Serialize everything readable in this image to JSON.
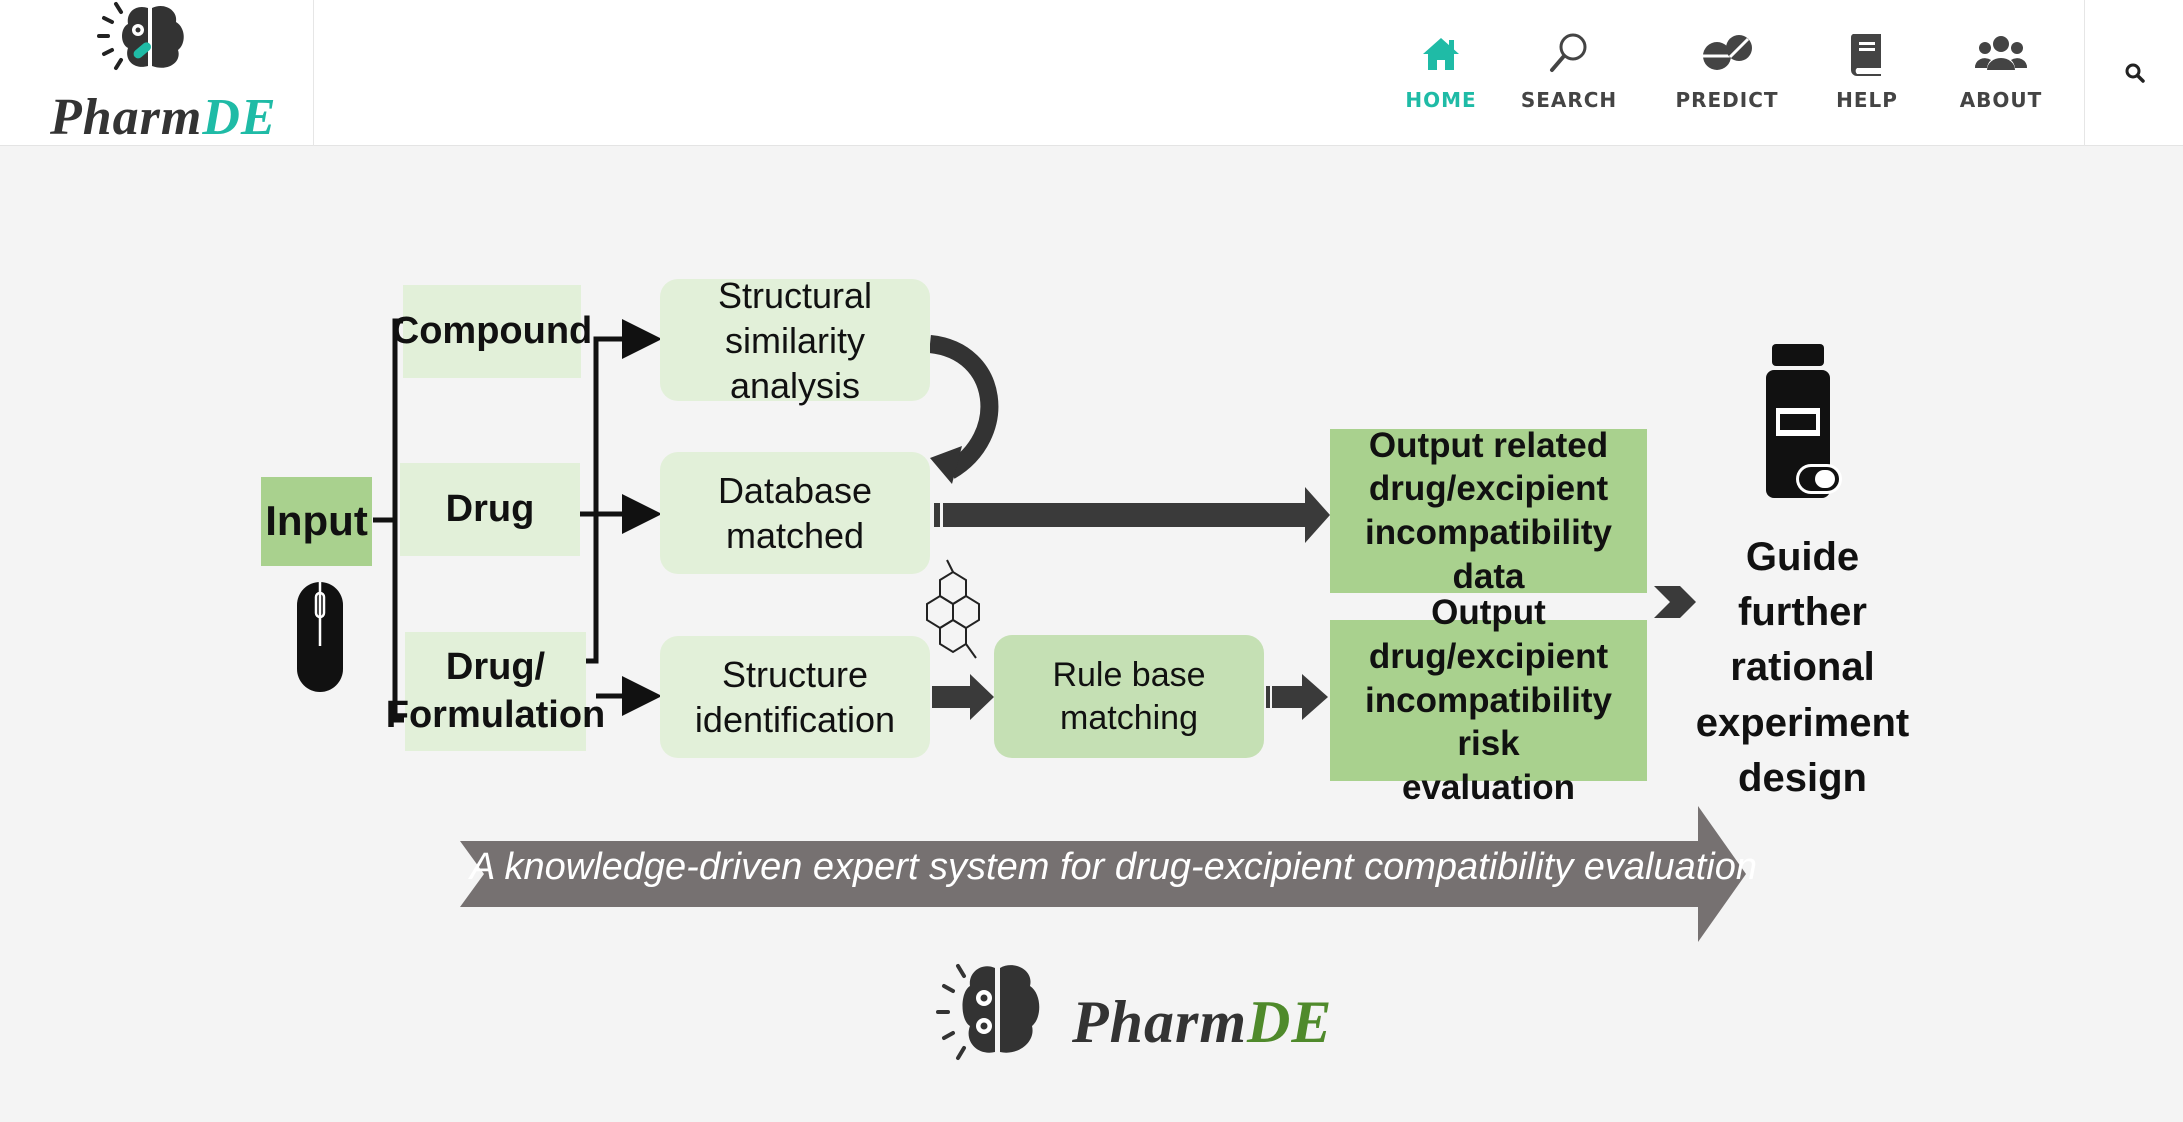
{
  "brand": {
    "name_part1": "Pharm",
    "name_part2": "DE",
    "accent": "#1fbba6",
    "secondary_green": "#4f8a2b"
  },
  "nav": {
    "items": [
      {
        "label": "HOME",
        "icon": "home-icon",
        "active": true
      },
      {
        "label": "SEARCH",
        "icon": "magnifier-icon",
        "active": false
      },
      {
        "label": "PREDICT",
        "icon": "pills-icon",
        "active": false
      },
      {
        "label": "HELP",
        "icon": "book-icon",
        "active": false
      },
      {
        "label": "ABOUT",
        "icon": "users-icon",
        "active": false
      }
    ],
    "search_icon": "search-icon"
  },
  "diagram": {
    "input": "Input",
    "sources": [
      "Compound",
      "Drug",
      "Drug/\nFormulation"
    ],
    "processes": [
      "Structural\nsimilarity analysis",
      "Database\nmatched",
      "Structure\nidentification"
    ],
    "rule": "Rule base matching",
    "outputs": [
      "Output related\ndrug/excipient\nincompatibility data",
      "Output drug/excipient\nincompatibility risk\nevaluation"
    ],
    "guide": "Guide further\nrational\nexperiment\ndesign",
    "banner": "A knowledge-driven expert system for drug-excipient compatibility evaluation",
    "colors": {
      "input_fill": "#a9d18e",
      "light_fill": "#e2f0d9",
      "rule_fill": "#c5e0b4",
      "arrow_dark": "#3a3a3a",
      "banner_fill": "#767171"
    }
  }
}
